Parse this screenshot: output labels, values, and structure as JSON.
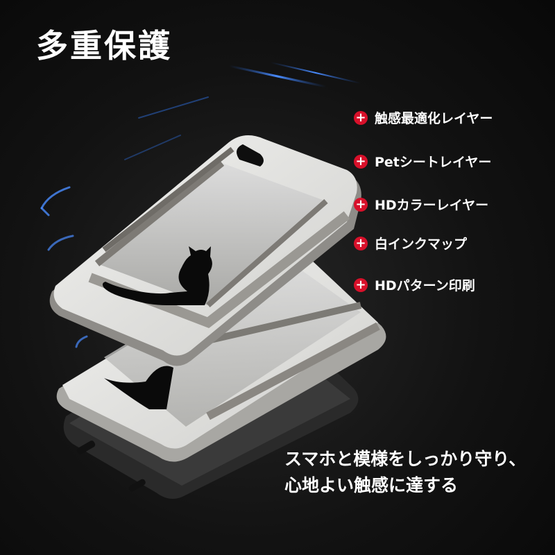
{
  "title": "多重保護",
  "features": [
    "触感最適化レイヤー",
    "Petシートレイヤー",
    "HDカラーレイヤー",
    "白インクマップ",
    "HDパターン印刷"
  ],
  "tagline": {
    "line1": "スマホと模様をしっかり守り、",
    "line2": "心地よい触感に達する"
  },
  "colors": {
    "background": "#121212",
    "accent": "#d8102a",
    "text": "#ffffff",
    "glow": "#4a8cff"
  },
  "icons": [
    "plus-icon",
    "cat-silhouette"
  ]
}
